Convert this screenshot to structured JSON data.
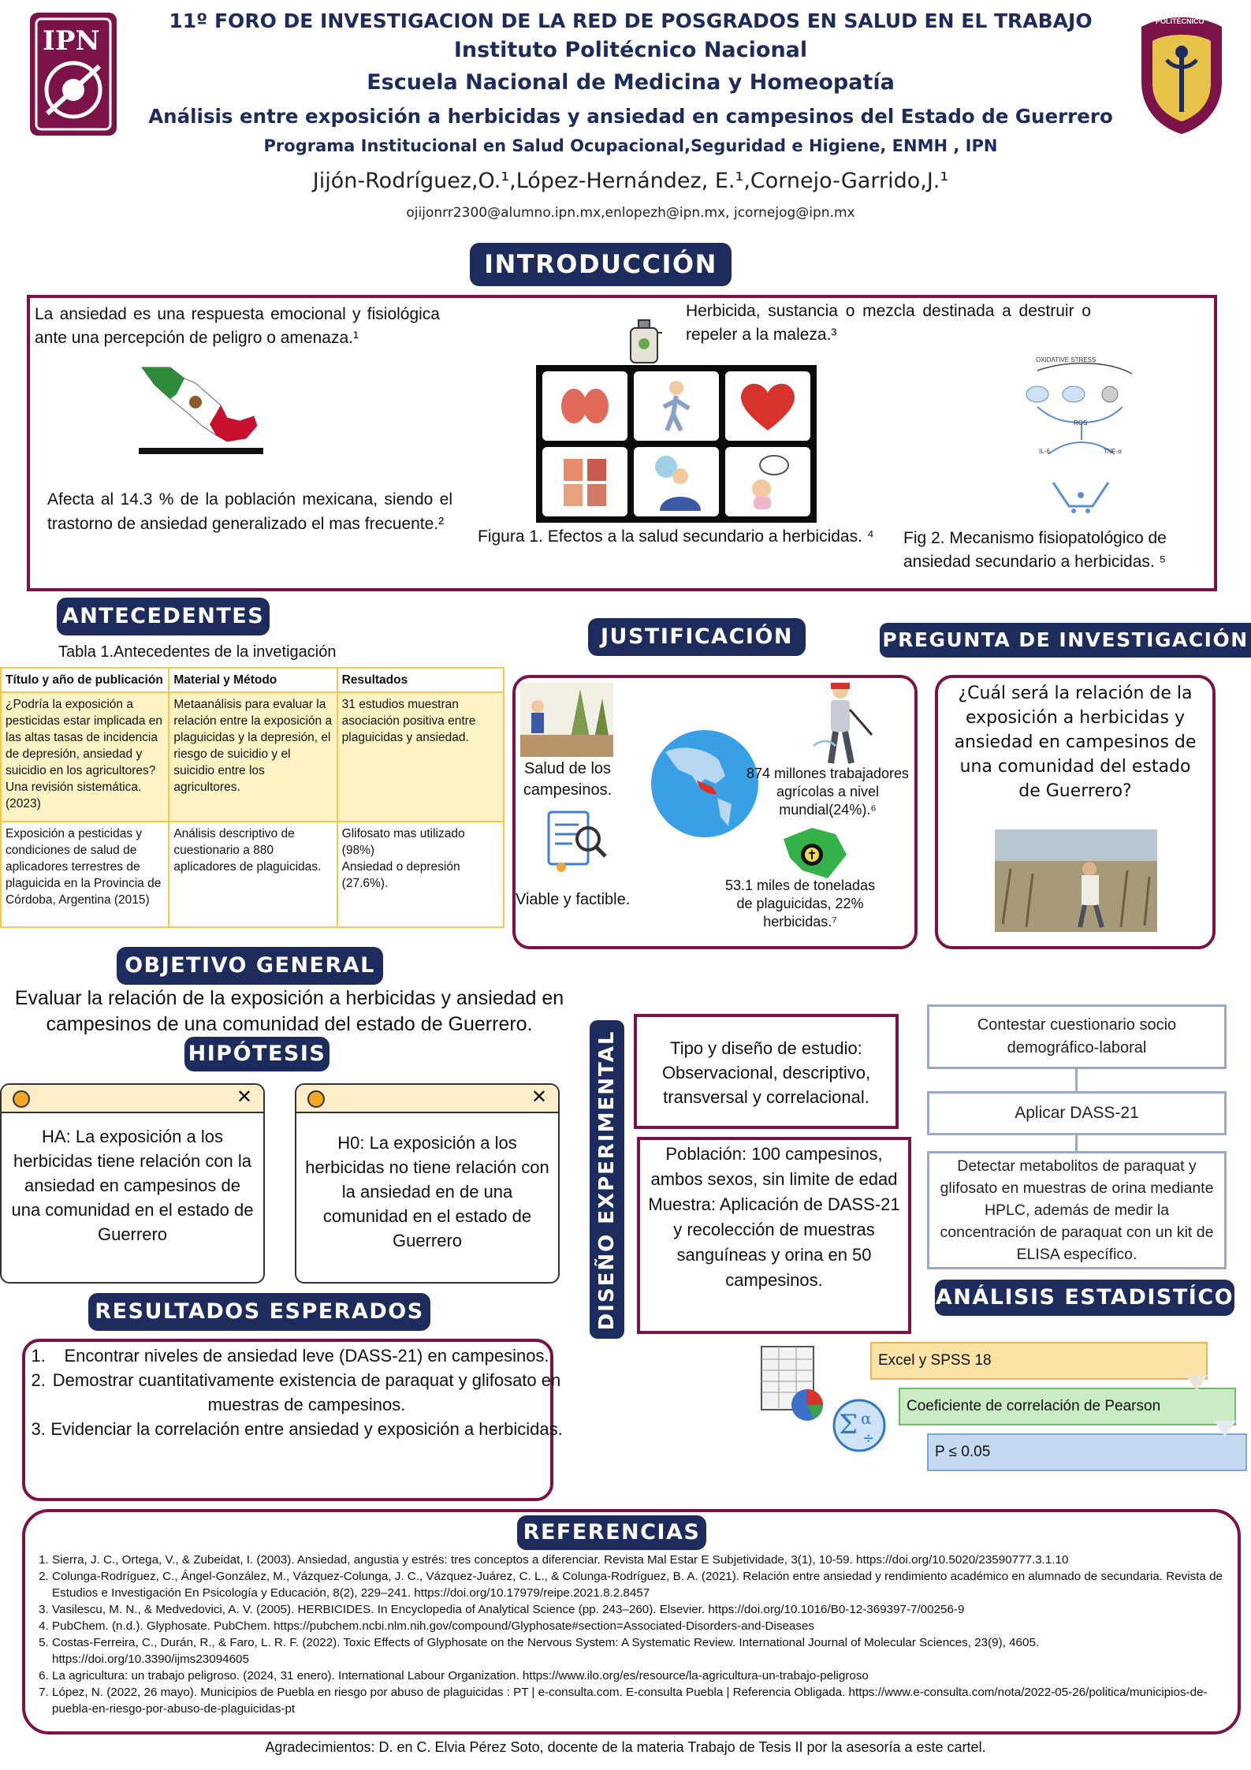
{
  "header": {
    "line1": "11º FORO DE INVESTIGACION  DE LA RED DE POSGRADOS EN SALUD EN EL TRABAJO",
    "line2": "Instituto Politécnico Nacional",
    "line3": "Escuela Nacional de Medicina y Homeopatía",
    "line4": "Análisis entre exposición  a herbicidas y ansiedad en campesinos del Estado de Guerrero",
    "line5": "Programa Institucional en Salud Ocupacional,Seguridad e Higiene, ENMH , IPN",
    "authors": "Jijón-Rodríguez,O.¹,López-Hernández, E.¹,Cornejo-Garrido,J.¹",
    "emails": "ojijonrr2300@alumno.ipn.mx,enlopezh@ipn.mx, jcornejog@ipn.mx",
    "logo_left": "IPN",
    "logo_right": "POLITÉCNICO"
  },
  "intro": {
    "title": "INTRODUCCIÓN",
    "anxiety_def": "La ansiedad es una respuesta emocional y fisiológica ante una percepción de peligro o amenaza.¹",
    "prevalence": "Afecta al 14.3 % de la población mexicana, siendo el trastorno de ansiedad generalizado el mas frecuente.²",
    "herbicide_def": "Herbicida, sustancia o mezcla destinada a destruir o repeler a la maleza.³",
    "fig1_caption": "Figura 1. Efectos a la salud secundario a herbicidas. ⁴",
    "fig2_caption": "Fig 2. Mecanismo fisiopatológico de ansiedad secundario a herbicidas. ⁵",
    "fig2_top_label": "OXIDATIVE STRESS",
    "fig2_ros": "ROS",
    "fig2_il6": "IL-6",
    "fig2_tnf": "TNF-α"
  },
  "antecedentes": {
    "title": "ANTECEDENTES",
    "table_caption": "Tabla 1.Antecedentes de la invetigación",
    "headers": [
      "Título y año de publicación",
      "Material y Método",
      "Resultados"
    ],
    "rows": [
      [
        "¿Podría la exposición a pesticidas estar implicada en las altas tasas de incidencia de depresión, ansiedad y suicidio en los agricultores? Una revisión sistemática. (2023)",
        "Metaanálisis para evaluar la relación entre la exposición a plaguicidas y la depresión, el riesgo de suicidio y el suicidio entre los agricultores.",
        "31 estudios muestran asociación positiva entre plaguicidas y ansiedad."
      ],
      [
        "Exposición a pesticidas y condiciones de salud de aplicadores terrestres de plaguicida en la Provincia de Córdoba, Argentina (2015)",
        "Análisis descriptivo de cuestionario a 880 aplicadores de plaguicidas.",
        "Glifosato mas utilizado (98%)\nAnsiedad o depresión (27.6%)."
      ]
    ]
  },
  "justificacion": {
    "title": "JUSTIFICACIÓN",
    "salud": "Salud de los campesinos.",
    "viable": "Viable y factible.",
    "trabajadores": "874 millones trabajadores agrícolas a nivel mundial(24%).⁶",
    "toneladas": "53.1 miles de toneladas de plaguicidas, 22% herbicidas.⁷"
  },
  "pregunta": {
    "title": "PREGUNTA DE INVESTIGACIÓN",
    "text": "¿Cuál será la relación de la exposición a herbicidas y ansiedad en campesinos de una comunidad del estado de Guerrero?"
  },
  "objetivo": {
    "title": "OBJETIVO GENERAL",
    "text": "Evaluar la relación de la exposición a herbicidas  y   ansiedad en campesinos de una comunidad del estado de Guerrero."
  },
  "hipotesis": {
    "title": "HIPÓTESIS",
    "ha": "HA: La exposición a los herbicidas tiene relación con la ansiedad en campesinos de una comunidad en el estado de Guerrero",
    "h0": "H0: La exposición a los herbicidas  no tiene relación con  la ansiedad  en  de una comunidad en el estado de Guerrero"
  },
  "resultados": {
    "title": "RESULTADOS ESPERADOS",
    "items": [
      "Encontrar niveles de ansiedad leve (DASS-21) en campesinos.",
      "Demostrar cuantitativamente existencia de paraquat y glifosato en muestras de campesinos.",
      "Evidenciar la correlación entre ansiedad y exposición a herbicidas."
    ]
  },
  "diseno": {
    "title": "DISEÑO EXPERIMENTAL",
    "tipo": "Tipo y diseño de estudio: Observacional, descriptivo, transversal y correlacional.",
    "poblacion": "Población: 100 campesinos, ambos sexos, sin limite de edad\nMuestra: Aplicación de DASS-21 y recolección de muestras sanguíneas y orina en 50 campesinos.",
    "flow": [
      "Contestar cuestionario socio demográfico-laboral",
      "Aplicar DASS-21",
      "Detectar metabolitos de paraquat y glifosato en muestras de orina mediante HPLC, además de medir la concentración de paraquat con un kit de ELISA específico."
    ]
  },
  "analisis": {
    "title": "ANÁLISIS ESTADISTÍCO",
    "steps": [
      "Excel y SPSS 18",
      "Coeficiente de correlación de Pearson",
      "P ≤ 0.05"
    ],
    "step_colors": [
      "#fbe3a6",
      "#c9ecc4",
      "#c5d9f0"
    ]
  },
  "referencias": {
    "title": "REFERENCIAS",
    "items": [
      "Sierra, J. C., Ortega, V., & Zubeidat, I. (2003). Ansiedad, angustia y estrés: tres conceptos a diferenciar. Revista Mal Estar E Subjetividade, 3(1), 10-59. https://doi.org/10.5020/23590777.3.1.10",
      "Colunga-Rodríguez, C., Ángel-González, M., Vázquez-Colunga, J. C., Vázquez-Juárez, C. L., & Colunga-Rodríguez, B. A. (2021). Relación entre ansiedad y rendimiento académico en alumnado de secundaria. Revista de Estudios e Investigación En Psicología y Educación, 8(2), 229–241. https://doi.org/10.17979/reipe.2021.8.2.8457",
      "Vasilescu, M. N., & Medvedovici, A. V. (2005). HERBICIDES. In Encyclopedia of Analytical Science (pp. 243–260). Elsevier. https://doi.org/10.1016/B0-12-369397-7/00256-9",
      "PubChem. (n.d.). Glyphosate. PubChem. https://pubchem.ncbi.nlm.nih.gov/compound/Glyphosate#section=Associated-Disorders-and-Diseases",
      "Costas-Ferreira, C., Durán, R., & Faro, L. R. F. (2022). Toxic Effects of Glyphosate on the Nervous System: A Systematic Review. International Journal of Molecular Sciences, 23(9), 4605. https://doi.org/10.3390/ijms23094605",
      "La agricultura: un trabajo peligroso. (2024, 31 enero). International Labour Organization. https://www.ilo.org/es/resource/la-agricultura-un-trabajo-peligroso",
      "López, N. (2022, 26 mayo). Municipios de Puebla en riesgo por abuso de plaguicidas : PT | e-consulta.com. E-consulta Puebla | Referencia Obligada. https://www.e-consulta.com/nota/2022-05-26/politica/municipios-de-puebla-en-riesgo-por-abuso-de-plaguicidas-pt"
    ]
  },
  "agradecimientos": "Agradecimientos: D. en C. Elvia Pérez Soto, docente de la materia Trabajo de Tesis II por la asesoría a este cartel.",
  "colors": {
    "navy": "#1d2c5c",
    "maroon": "#7b1248",
    "table_border": "#f5c946",
    "table_highlight": "#fdf3c4"
  }
}
